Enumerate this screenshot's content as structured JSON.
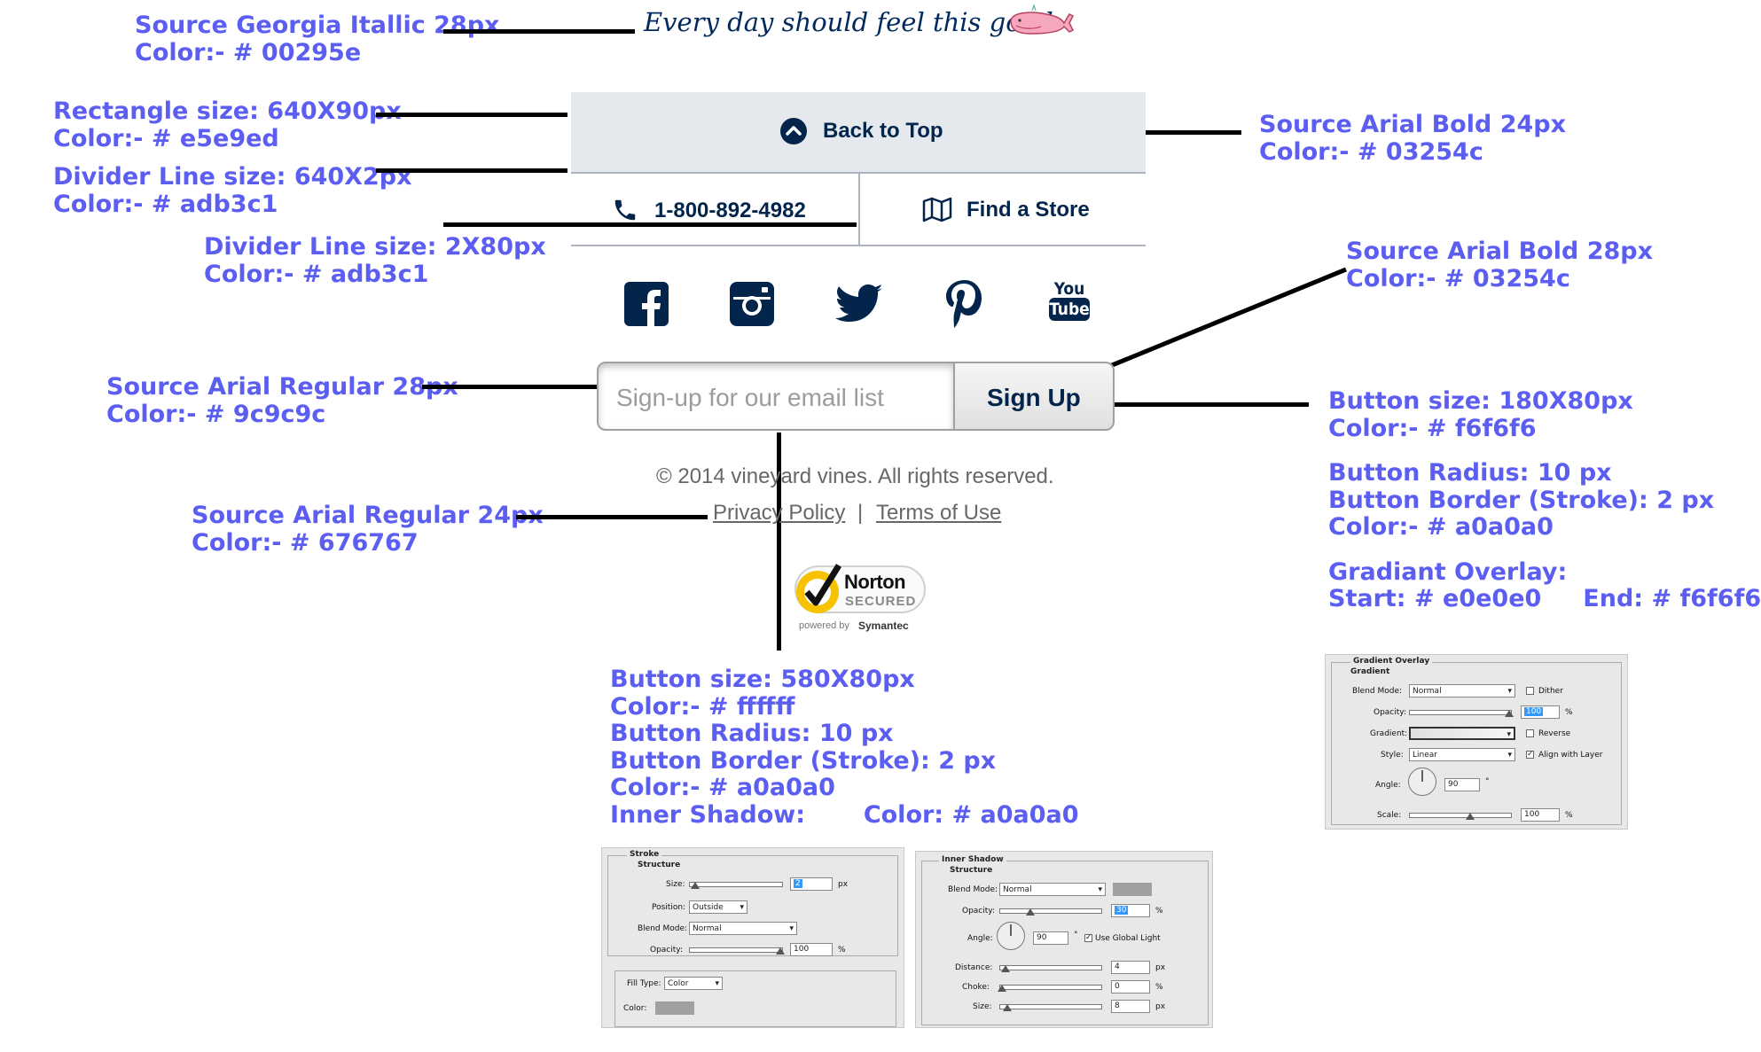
{
  "annotations": {
    "tagline_font": [
      "Source Georgia Itallic 28px",
      "Color:-  # 00295e"
    ],
    "rectangle": [
      "Rectangle size: 640X90px",
      "Color:-  # e5e9ed"
    ],
    "divider_h": [
      "Divider Line size: 640X2px",
      "Color:-  # adb3c1"
    ],
    "divider_v": [
      "Divider Line size: 2X80px",
      "Color:-  # adb3c1"
    ],
    "input_font": [
      "Source Arial Regular 28px",
      "Color:-  # 9c9c9c"
    ],
    "footer_font": [
      "Source Arial Regular 24px",
      "Color:-  # 676767"
    ],
    "nav_font": [
      "Source Arial Bold 24px",
      "Color:-  # 03254c"
    ],
    "button_font": [
      "Source Arial Bold 28px",
      "Color:-  # 03254c"
    ],
    "signup_button": [
      "Button size: 180X80px",
      "Color:-  # f6f6f6",
      "",
      "Button Radius: 10 px",
      "Button Border (Stroke): 2 px",
      "Color:-  # a0a0a0",
      "",
      "Gradiant Overlay:",
      "Start: # e0e0e0     End: # f6f6f6"
    ],
    "input_button": [
      "Button size: 580X80px",
      "Color:-  # ffffff",
      "Button Radius: 10 px",
      "Button Border (Stroke): 2 px",
      "Color:-  # a0a0a0",
      "Inner Shadow:       Color: # a0a0a0"
    ]
  },
  "footer": {
    "tagline": "Every day should feel this good.",
    "back_to_top": "Back to Top",
    "phone": "1-800-892-4982",
    "find_store": "Find a Store",
    "social": [
      "facebook",
      "instagram",
      "twitter",
      "pinterest",
      "youtube"
    ],
    "youtube_you": "You",
    "youtube_tube": "Tube",
    "email_placeholder": "Sign-up for our email list",
    "signup_label": "Sign Up",
    "copyright": "© 2014 vineyard vines. All rights reserved.",
    "privacy": "Privacy Policy",
    "separator": "|",
    "terms": "Terms of Use",
    "norton_name": "Norton",
    "norton_secured": "SECURED",
    "norton_powered": "powered by",
    "norton_symantec": "Symantec"
  },
  "panels": {
    "gradient": {
      "title": "Gradient Overlay",
      "group": "Gradient",
      "blend_label": "Blend Mode:",
      "blend_value": "Normal",
      "dither": "Dither",
      "opacity_label": "Opacity:",
      "opacity_value": "100",
      "pct": "%",
      "gradient_label": "Gradient:",
      "reverse": "Reverse",
      "style_label": "Style:",
      "style_value": "Linear",
      "align": "Align with Layer",
      "angle_label": "Angle:",
      "angle_value": "90",
      "degree": "°",
      "scale_label": "Scale:",
      "scale_value": "100"
    },
    "stroke": {
      "title": "Stroke",
      "group": "Structure",
      "size_label": "Size:",
      "size_value": "2",
      "px": "px",
      "position_label": "Position:",
      "position_value": "Outside",
      "blend_label": "Blend Mode:",
      "blend_value": "Normal",
      "opacity_label": "Opacity:",
      "opacity_value": "100",
      "pct": "%",
      "fill_label": "Fill Type:",
      "fill_value": "Color",
      "color_label": "Color:"
    },
    "inner_shadow": {
      "title": "Inner Shadow",
      "group": "Structure",
      "blend_label": "Blend Mode:",
      "blend_value": "Normal",
      "opacity_label": "Opacity:",
      "opacity_value": "30",
      "pct": "%",
      "angle_label": "Angle:",
      "angle_value": "90",
      "degree": "°",
      "global": "Use Global Light",
      "distance_label": "Distance:",
      "distance_value": "4",
      "px": "px",
      "choke_label": "Choke:",
      "choke_value": "0",
      "size_label": "Size:",
      "size_value": "8"
    }
  },
  "colors": {
    "annotation": "#5b5ef0",
    "tagline": "#00295e",
    "bar": "#e5e9ed",
    "divider": "#adb3c1",
    "nav_text": "#03254c",
    "placeholder": "#9c9c9c",
    "footer_text": "#676767",
    "border": "#a0a0a0"
  }
}
